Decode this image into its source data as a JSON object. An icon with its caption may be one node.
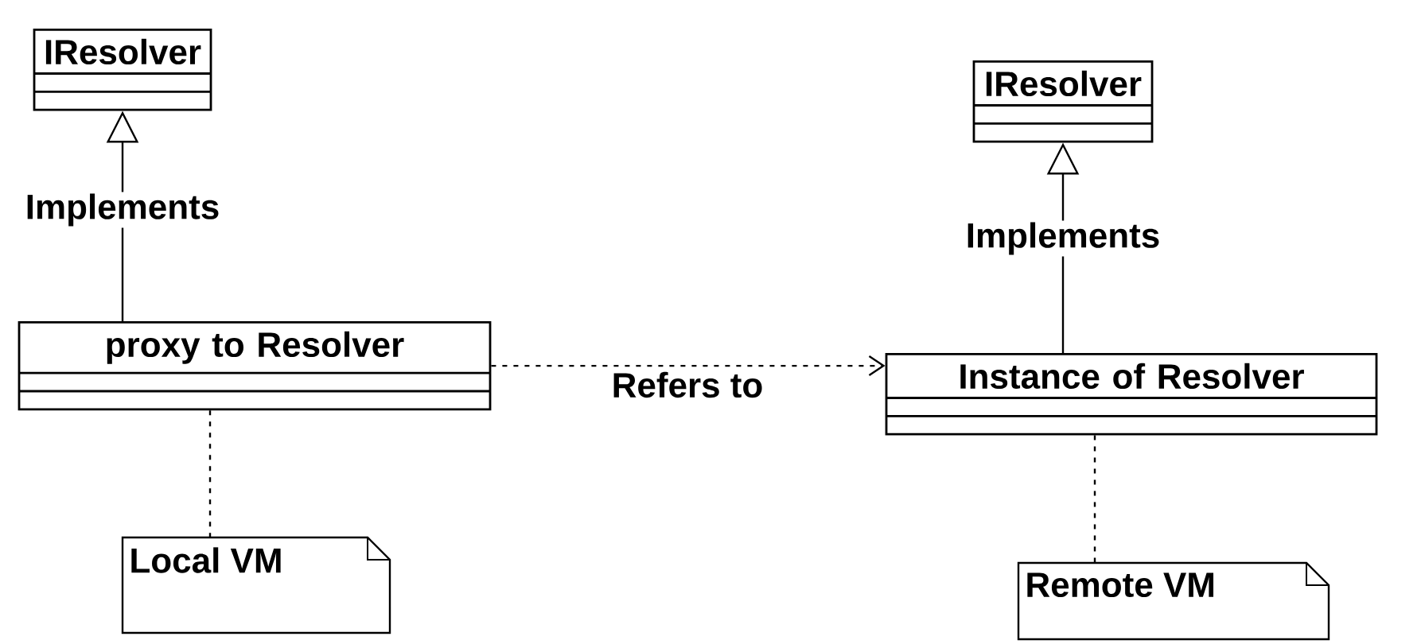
{
  "diagram": {
    "nodes": [
      {
        "text": [
          "IResolver"
        ]
      },
      {
        "text": [
          "proxy to Resolver"
        ]
      },
      {
        "text": [
          "Local VM"
        ]
      },
      {
        "text": [
          "IResolver"
        ]
      },
      {
        "text": [
          "Instance of Resolver"
        ]
      },
      {
        "text": [
          "Remote VM"
        ]
      }
    ],
    "edges": [
      {
        "from": 1,
        "to": 0,
        "arrow": "to",
        "label": "Implements"
      },
      {
        "from": 1,
        "to": 2,
        "arrow": "none",
        "style": "dashed"
      },
      {
        "from": 1,
        "to": 4,
        "arrow": "to",
        "label": "Refers to",
        "style": "dashed"
      },
      {
        "from": 4,
        "to": 3,
        "arrow": "to",
        "label": "Implements"
      },
      {
        "from": 4,
        "to": 5,
        "arrow": "none",
        "style": "dashed"
      }
    ]
  }
}
